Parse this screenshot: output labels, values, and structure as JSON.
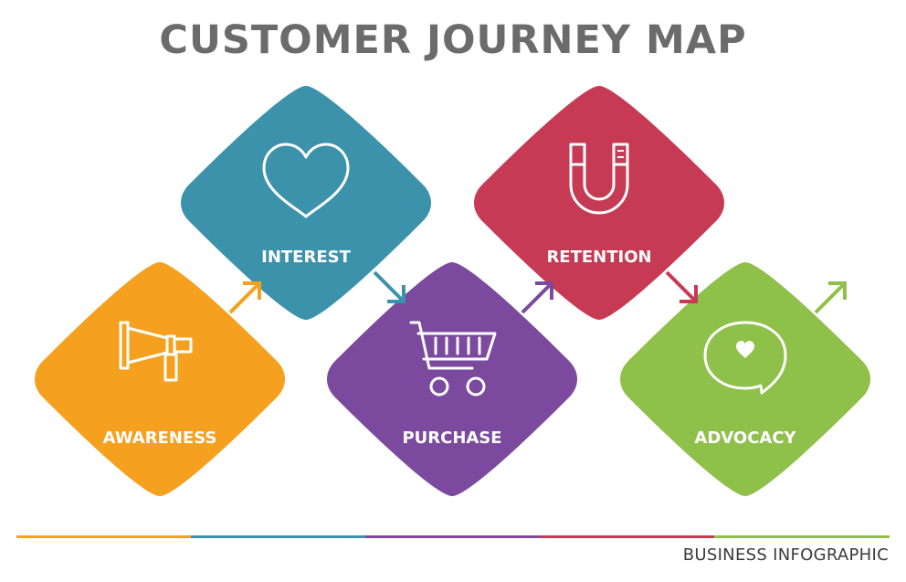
{
  "title": "CUSTOMER JOURNEY MAP",
  "stages": [
    {
      "label": "AWARENESS",
      "icon": "megaphone-icon",
      "color": "#F5A01E"
    },
    {
      "label": "INTEREST",
      "icon": "heart-icon",
      "color": "#3D92AB"
    },
    {
      "label": "PURCHASE",
      "icon": "shopping-cart-icon",
      "color": "#7B4A9E"
    },
    {
      "label": "RETENTION",
      "icon": "magnet-icon",
      "color": "#C63A54"
    },
    {
      "label": "ADVOCACY",
      "icon": "speech-bubble-heart-icon",
      "color": "#8FC04A"
    }
  ],
  "footer": "BUSINESS INFOGRAPHIC"
}
